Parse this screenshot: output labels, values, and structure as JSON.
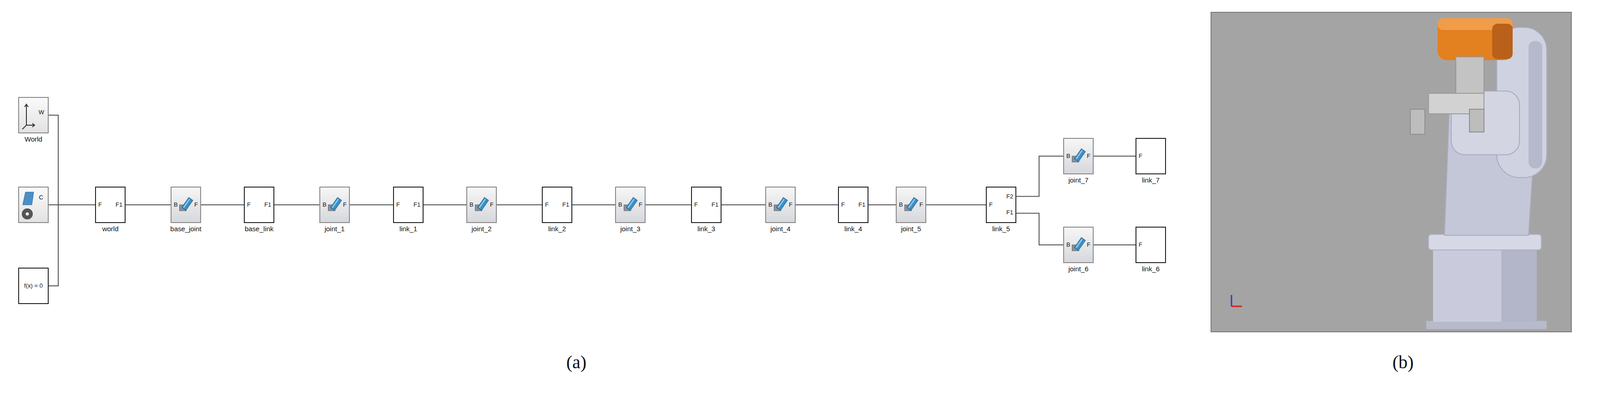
{
  "diagram": {
    "nodes": [
      {
        "text": [
          "W",
          "World"
        ]
      },
      {
        "text": [
          "C"
        ]
      },
      {
        "text": [
          "f(x) = 0"
        ]
      },
      {
        "text": [
          "F",
          "F1",
          "world"
        ]
      },
      {
        "text": [
          "B",
          "F",
          "base_joint"
        ]
      },
      {
        "text": [
          "F",
          "F1",
          "base_link"
        ]
      },
      {
        "text": [
          "B",
          "F",
          "joint_1"
        ]
      },
      {
        "text": [
          "F",
          "F1",
          "link_1"
        ]
      },
      {
        "text": [
          "B",
          "F",
          "joint_2"
        ]
      },
      {
        "text": [
          "F",
          "F1",
          "link_2"
        ]
      },
      {
        "text": [
          "B",
          "F",
          "joint_3"
        ]
      },
      {
        "text": [
          "F",
          "F1",
          "link_3"
        ]
      },
      {
        "text": [
          "B",
          "F",
          "joint_4"
        ]
      },
      {
        "text": [
          "F",
          "F1",
          "link_4"
        ]
      },
      {
        "text": [
          "B",
          "F",
          "joint_5"
        ]
      },
      {
        "text": [
          "F",
          "F2",
          "F1",
          "link_5"
        ]
      },
      {
        "text": [
          "B",
          "F",
          "joint_7"
        ]
      },
      {
        "text": [
          "F",
          "link_7"
        ]
      },
      {
        "text": [
          "B",
          "F",
          "joint_6"
        ]
      },
      {
        "text": [
          "F",
          "link_6"
        ]
      }
    ],
    "edges": [
      {
        "from": 0,
        "to": 3,
        "arrow": "none"
      },
      {
        "from": 1,
        "to": 3,
        "arrow": "none"
      },
      {
        "from": 2,
        "to": 3,
        "arrow": "none"
      },
      {
        "from": 3,
        "to": 4,
        "arrow": "none"
      },
      {
        "from": 4,
        "to": 5,
        "arrow": "none"
      },
      {
        "from": 5,
        "to": 6,
        "arrow": "none"
      },
      {
        "from": 6,
        "to": 7,
        "arrow": "none"
      },
      {
        "from": 7,
        "to": 8,
        "arrow": "none"
      },
      {
        "from": 8,
        "to": 9,
        "arrow": "none"
      },
      {
        "from": 9,
        "to": 10,
        "arrow": "none"
      },
      {
        "from": 10,
        "to": 11,
        "arrow": "none"
      },
      {
        "from": 11,
        "to": 12,
        "arrow": "none"
      },
      {
        "from": 12,
        "to": 13,
        "arrow": "none"
      },
      {
        "from": 13,
        "to": 14,
        "arrow": "none"
      },
      {
        "from": 14,
        "to": 15,
        "arrow": "none"
      },
      {
        "from": 15,
        "to": 16,
        "arrow": "none"
      },
      {
        "from": 16,
        "to": 17,
        "arrow": "none"
      },
      {
        "from": 15,
        "to": 18,
        "arrow": "none"
      },
      {
        "from": 18,
        "to": 19,
        "arrow": "none"
      }
    ],
    "labels": [
      "(a)",
      "(b)"
    ]
  }
}
